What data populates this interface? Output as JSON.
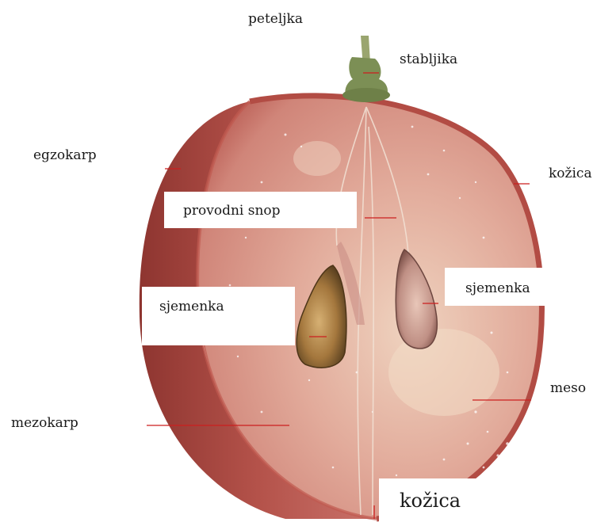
{
  "labels": {
    "peteljka": "peteljka",
    "stabljika": "stabljika",
    "egzokarp": "egzokarp",
    "kozica_right": "kožica",
    "provodni_snop": "provodni snop",
    "sjemenka_left": "sjemenka",
    "sjemenka_right": "sjemenka",
    "meso": "meso",
    "mezokarp": "mezokarp",
    "kozica_bottom": "kožica"
  },
  "colors": {
    "skin": "#b4524a",
    "flesh": "#d99386",
    "flesh_light": "#eac7b4",
    "leader": "#cc1f1f",
    "stem": "#7c8f55",
    "seed": "#a4773d"
  }
}
